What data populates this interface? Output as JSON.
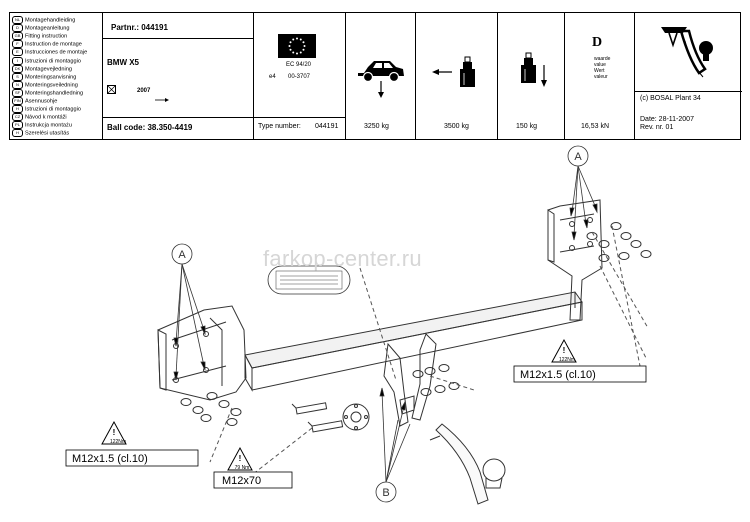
{
  "languages": [
    {
      "code": "NL",
      "label": "Montagehandleiding"
    },
    {
      "code": "D",
      "label": "Montageanleitung"
    },
    {
      "code": "GB",
      "label": "Fitting instruction"
    },
    {
      "code": "F",
      "label": "Instruction de montage"
    },
    {
      "code": "E",
      "label": "Instrucciones de montaje"
    },
    {
      "code": "I",
      "label": "Istruzioni di montaggio"
    },
    {
      "code": "DK",
      "label": "Montagevejledning"
    },
    {
      "code": "S",
      "label": "Monteringsanvisning"
    },
    {
      "code": "N",
      "label": "Monteringsveiledning"
    },
    {
      "code": "SF",
      "label": "Monteringshandledning"
    },
    {
      "code": "FIN",
      "label": "Asennusohje"
    },
    {
      "code": "H",
      "label": "Istruzioni di montaggio"
    },
    {
      "code": "CZ",
      "label": "Návod k montáži"
    },
    {
      "code": "PL",
      "label": "Instrukcja montażu"
    },
    {
      "code": "H",
      "label": "Szerelési utasítás"
    }
  ],
  "header": {
    "part_nr": "Partnr.: 044191",
    "vehicle": "BMW X5",
    "year": "2007",
    "ball_code": "Ball code: 38.350-4419",
    "ec": "EC 94/20",
    "e4_code": "e4",
    "approval_no": "00-3707",
    "type_number_label": "Type number:",
    "type_number": "044191",
    "weight_1": "3250 kg",
    "weight_2": "3500 kg",
    "weight_3": "150 kg",
    "d_letter": "D",
    "d_words": [
      "waarde",
      "value",
      "Wert",
      "valeur"
    ],
    "d_value": "16,53 kN",
    "copyright": "(c) BOSAL Plant 34",
    "date": "Date: 28-11-2007",
    "rev": "Rev. nr.  01"
  },
  "diagram": {
    "watermark": "farkop-center.ru",
    "callout_a": "A",
    "callout_b": "B",
    "bolt_right": "M12x1.5 (cl.10)",
    "bolt_left": "M12x1.5 (cl.10)",
    "bolt_bottom": "M12x70",
    "torque_122": "122Nm",
    "torque_79": "79 Nm"
  }
}
